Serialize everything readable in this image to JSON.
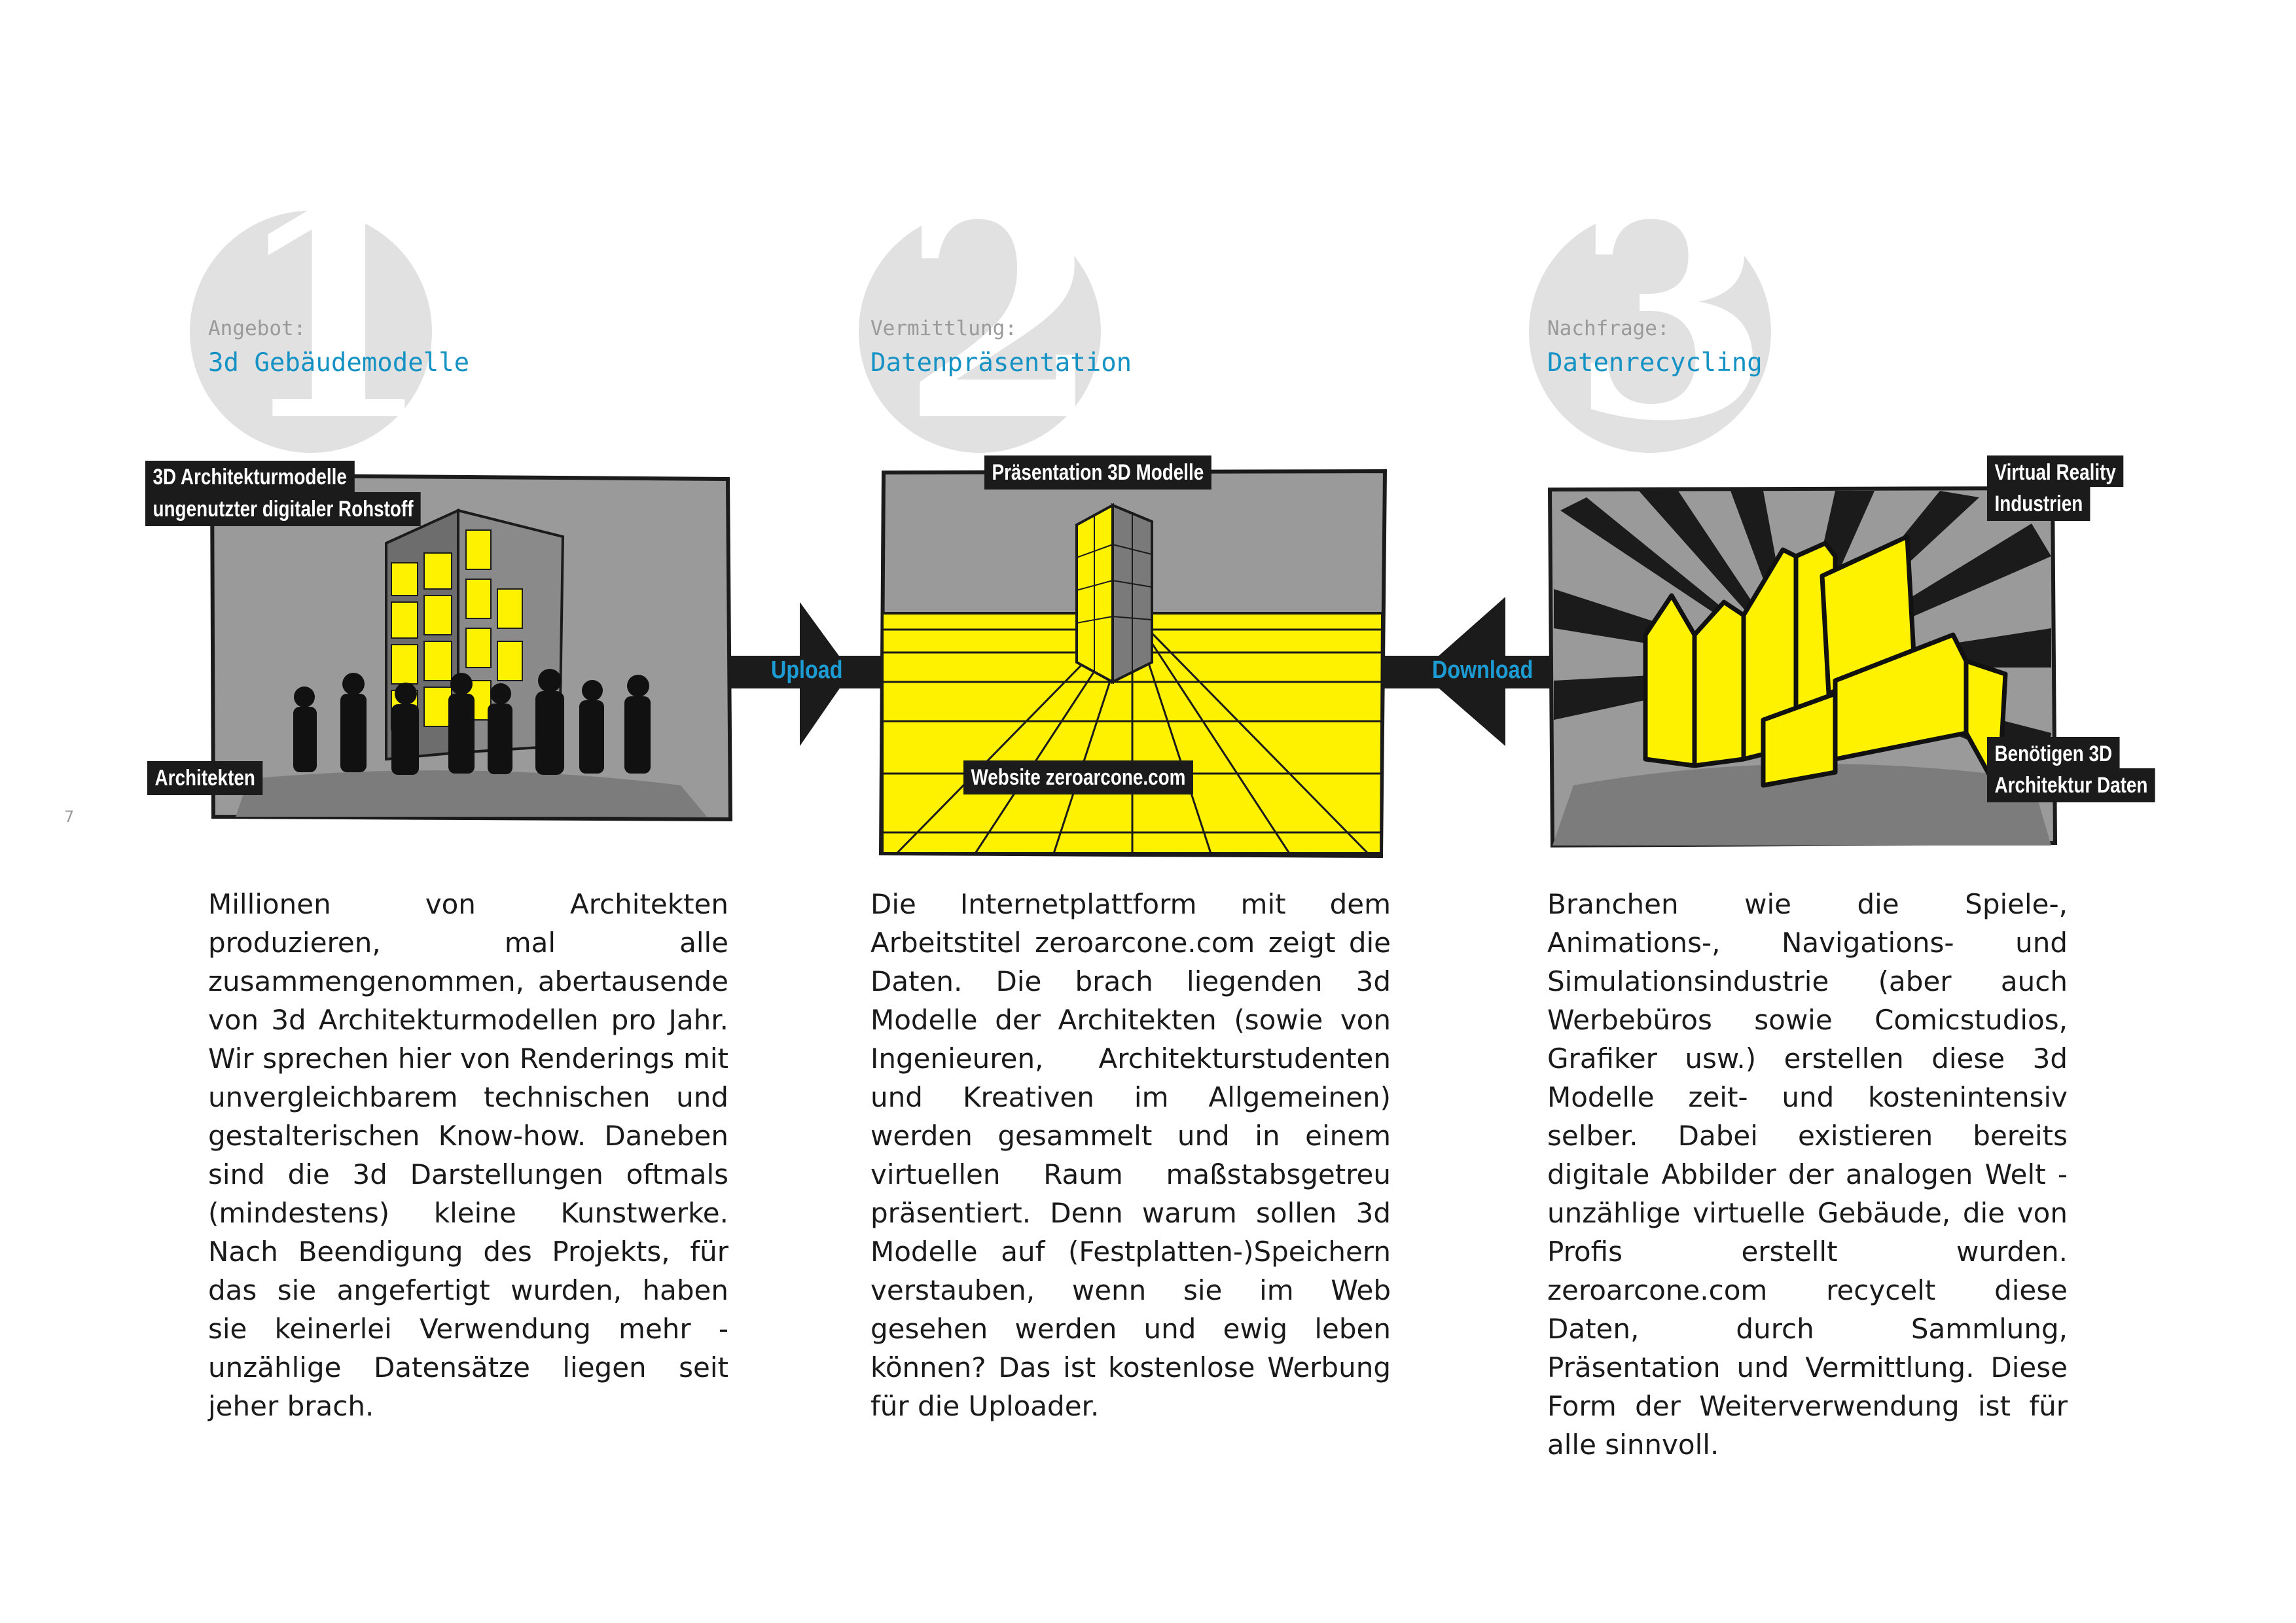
{
  "page_number": "7",
  "colors": {
    "accent_blue": "#1592c4",
    "highlight_yellow": "#fff200",
    "panel_grey": "#9a9a9a",
    "tag_black": "#1b1b1b"
  },
  "steps": [
    {
      "number": "1",
      "label": "Angebot:",
      "title": "3d Gebäudemodelle"
    },
    {
      "number": "2",
      "label": "Vermittlung:",
      "title": "Datenpräsentation"
    },
    {
      "number": "3",
      "label": "Nachfrage:",
      "title": "Datenrecycling"
    }
  ],
  "panels": {
    "left": {
      "tag_top_line1": "3D Architekturmodelle",
      "tag_top_line2": "ungenutzter digitaler Rohstoff",
      "tag_bottom": "Architekten"
    },
    "middle": {
      "tag_top": "Präsentation 3D Modelle",
      "tag_bottom": "Website zeroarcone.com"
    },
    "right": {
      "tag_top_line1": "Virtual Reality",
      "tag_top_line2": "Industrien",
      "tag_bottom_line1": "Benötigen 3D",
      "tag_bottom_line2": "Architektur Daten"
    }
  },
  "arrows": {
    "upload": "Upload",
    "download": "Download"
  },
  "paragraphs": {
    "col1": "Millionen von Architekten produzieren, mal alle zusammengenommen, abertau­sende von 3d Architekturmodellen pro Jahr. Wir sprechen hier von Renderings mit unvergleichbarem technischen und gestalterischen Know-how. Daneben sind die 3d Darstellungen oftmals (min­destens) kleine Kunstwerke. Nach Beendi­gung des Projekts, für das sie angefertigt wurden, haben sie keinerlei Verwendung mehr - unzählige Datensätze liegen seit jeher brach.",
    "col2": "Die Internetplattform mit dem Arbeitstitel zeroarcone.com zeigt die Daten. Die brach liegenden 3d Modelle der Architek­ten (sowie von Ingenieuren, Architektur­studenten und Kreativen im Allgemeinen) werden gesammelt und in einem virtuellen Raum maßstabsgetreu präsentiert. Denn warum sollen 3d Modelle auf (Fest­platten-)Speichern verstauben, wenn sie im Web gesehen werden und ewig leben können? Das ist kostenlose Werbung für die Uploader.",
    "col3": "Branchen wie die Spiele-, Animations-, Navigations- und Simulationsindustrie (aber auch Werbebüros sowie Comicstu­dios, Grafiker usw.) erstellen diese 3d Modelle zeit- und kostenintensiv selber. Dabei existieren bereits digitale Abbilder der analogen Welt - unzählige virtuelle Gebäude, die von Profis erstellt wurden. zeroarcone.com recycelt diese Daten, durch Sammlung, Präsentation und Vermittlung. Diese Form der Weiterver­wendung ist für alle sinnvoll."
  }
}
